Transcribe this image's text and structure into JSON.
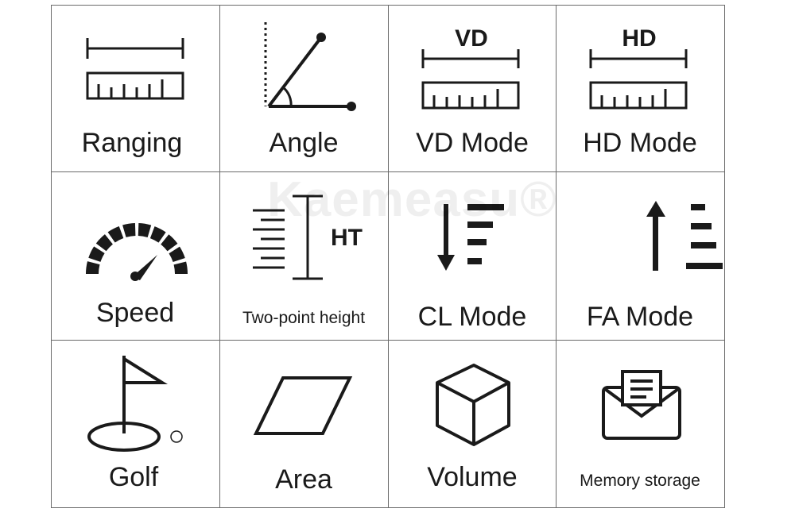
{
  "watermark": "Kaemeasu®",
  "modes": [
    {
      "id": "ranging",
      "label": "Ranging",
      "icon": "ruler-range-icon"
    },
    {
      "id": "angle",
      "label": "Angle",
      "icon": "angle-icon"
    },
    {
      "id": "vd",
      "label": "VD Mode",
      "icon": "vertical-distance-icon",
      "icon_text": "VD"
    },
    {
      "id": "hd",
      "label": "HD Mode",
      "icon": "horizontal-distance-icon",
      "icon_text": "HD"
    },
    {
      "id": "speed",
      "label": "Speed",
      "icon": "speedometer-icon"
    },
    {
      "id": "two-point-height",
      "label": "Two-point height",
      "icon": "height-scale-icon",
      "icon_text": "HT"
    },
    {
      "id": "cl",
      "label": "CL Mode",
      "icon": "down-arrow-bars-icon"
    },
    {
      "id": "fa",
      "label": "FA Mode",
      "icon": "up-arrow-bars-icon"
    },
    {
      "id": "golf",
      "label": "Golf",
      "icon": "golf-flag-icon"
    },
    {
      "id": "area",
      "label": "Area",
      "icon": "parallelogram-icon"
    },
    {
      "id": "volume",
      "label": "Volume",
      "icon": "cube-icon"
    },
    {
      "id": "memory",
      "label": "Memory storage",
      "icon": "envelope-icon"
    }
  ]
}
